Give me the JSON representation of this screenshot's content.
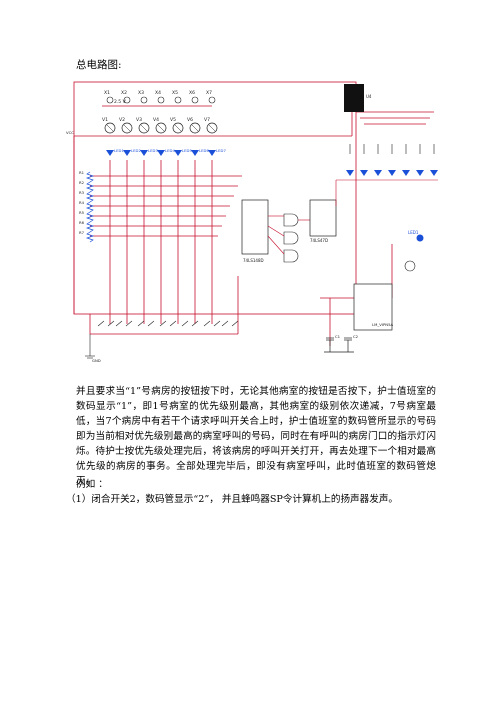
{
  "caption": "总电路图:",
  "schematic": {
    "switch_labels": [
      "X1",
      "X2",
      "X3",
      "X4",
      "X5",
      "X6",
      "X7"
    ],
    "supply_label": "2.5 V",
    "lamp_labels": [
      "V1",
      "V2",
      "V3",
      "V4",
      "V5",
      "V6",
      "V7"
    ],
    "led_labels": [
      "LED1",
      "LED2",
      "LED3",
      "LED4",
      "LED5",
      "LED6",
      "LED7"
    ],
    "res_labels": [
      "R1",
      "R2",
      "R3",
      "R4",
      "R5",
      "R6",
      "R7"
    ],
    "vcc_label": "VCC",
    "ground_label": "GND",
    "chip_u1": "74LS148D",
    "chip_u2": "74LS47D",
    "display_label": "U4",
    "chip_u3": "LM_VIPN5A",
    "buzzer_label": "LED1",
    "cap_labels": [
      "C1",
      "C2"
    ]
  },
  "paragraph": "并且要求当“1”号病房的按钮按下时，无论其他病室的按钮是否按下，护士值班室的数码显示“1”，即1号病室的优先级别最高，其他病室的级别依次递减，7号病室最低，当7个病房中有若干个请求呼叫开关合上时，护士值班室的数码管所显示的号码即为当前相对优先级别最高的病室呼叫的号码，同时在有呼叫的病房门口的指示灯闪烁。待护士按优先级处理完后，将该病房的呼叫开关打开，再去处理下一个相对最高优先级的病房的事务。全部处理完毕后，即没有病室呼叫，此时值班室的数码管熄灭。",
  "example": "例如 ：",
  "item1": "（1）闭合开关2，数码管显示“2”， 并且蜂鸣器SP令计算机上的扬声器发声。"
}
